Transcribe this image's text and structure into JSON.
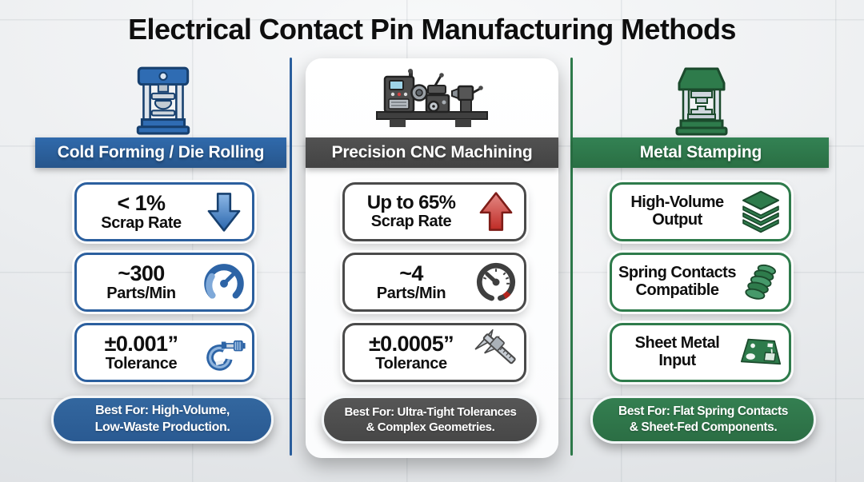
{
  "title": "Electrical Contact Pin Manufacturing Methods",
  "colors": {
    "blue": "#2b5f9e",
    "dark_gray": "#4a4a4a",
    "green": "#2e7b4b",
    "red_arrow": "#c22f28",
    "text": "#0e0e0e",
    "card_bg": "#ffffff"
  },
  "columns": [
    {
      "header": "Cold Forming / Die Rolling",
      "header_icon": "hydraulic-press-icon",
      "stats": [
        {
          "value": "< 1%",
          "label": "Scrap Rate",
          "icon": "down-arrow-icon"
        },
        {
          "value": "~300",
          "label": "Parts/Min",
          "icon": "speed-gauge-blue-icon"
        },
        {
          "value": "±0.001”",
          "label": "Tolerance",
          "icon": "micrometer-icon"
        }
      ],
      "best_for_line1": "Best For: High-Volume,",
      "best_for_line2": "Low-Waste Production."
    },
    {
      "header": "Precision CNC Machining",
      "header_icon": "cnc-lathe-icon",
      "stats": [
        {
          "value": "Up to 65%",
          "label": "Scrap Rate",
          "icon": "up-arrow-icon"
        },
        {
          "value": "~4",
          "label": "Parts/Min",
          "icon": "speed-gauge-dark-icon"
        },
        {
          "value": "±0.0005”",
          "label": "Tolerance",
          "icon": "caliper-icon"
        }
      ],
      "best_for_line1": "Best For: Ultra-Tight Tolerances",
      "best_for_line2": "& Complex Geometries."
    },
    {
      "header": "Metal Stamping",
      "header_icon": "stamping-press-icon",
      "stats": [
        {
          "value": "High-Volume",
          "label": "Output",
          "icon": "stacked-layers-icon"
        },
        {
          "value": "Spring Contacts",
          "label": "Compatible",
          "icon": "coil-spring-icon"
        },
        {
          "value": "Sheet Metal",
          "label": "Input",
          "icon": "sheet-metal-icon"
        }
      ],
      "best_for_line1": "Best For: Flat Spring Contacts",
      "best_for_line2": "& Sheet-Fed Components."
    }
  ]
}
